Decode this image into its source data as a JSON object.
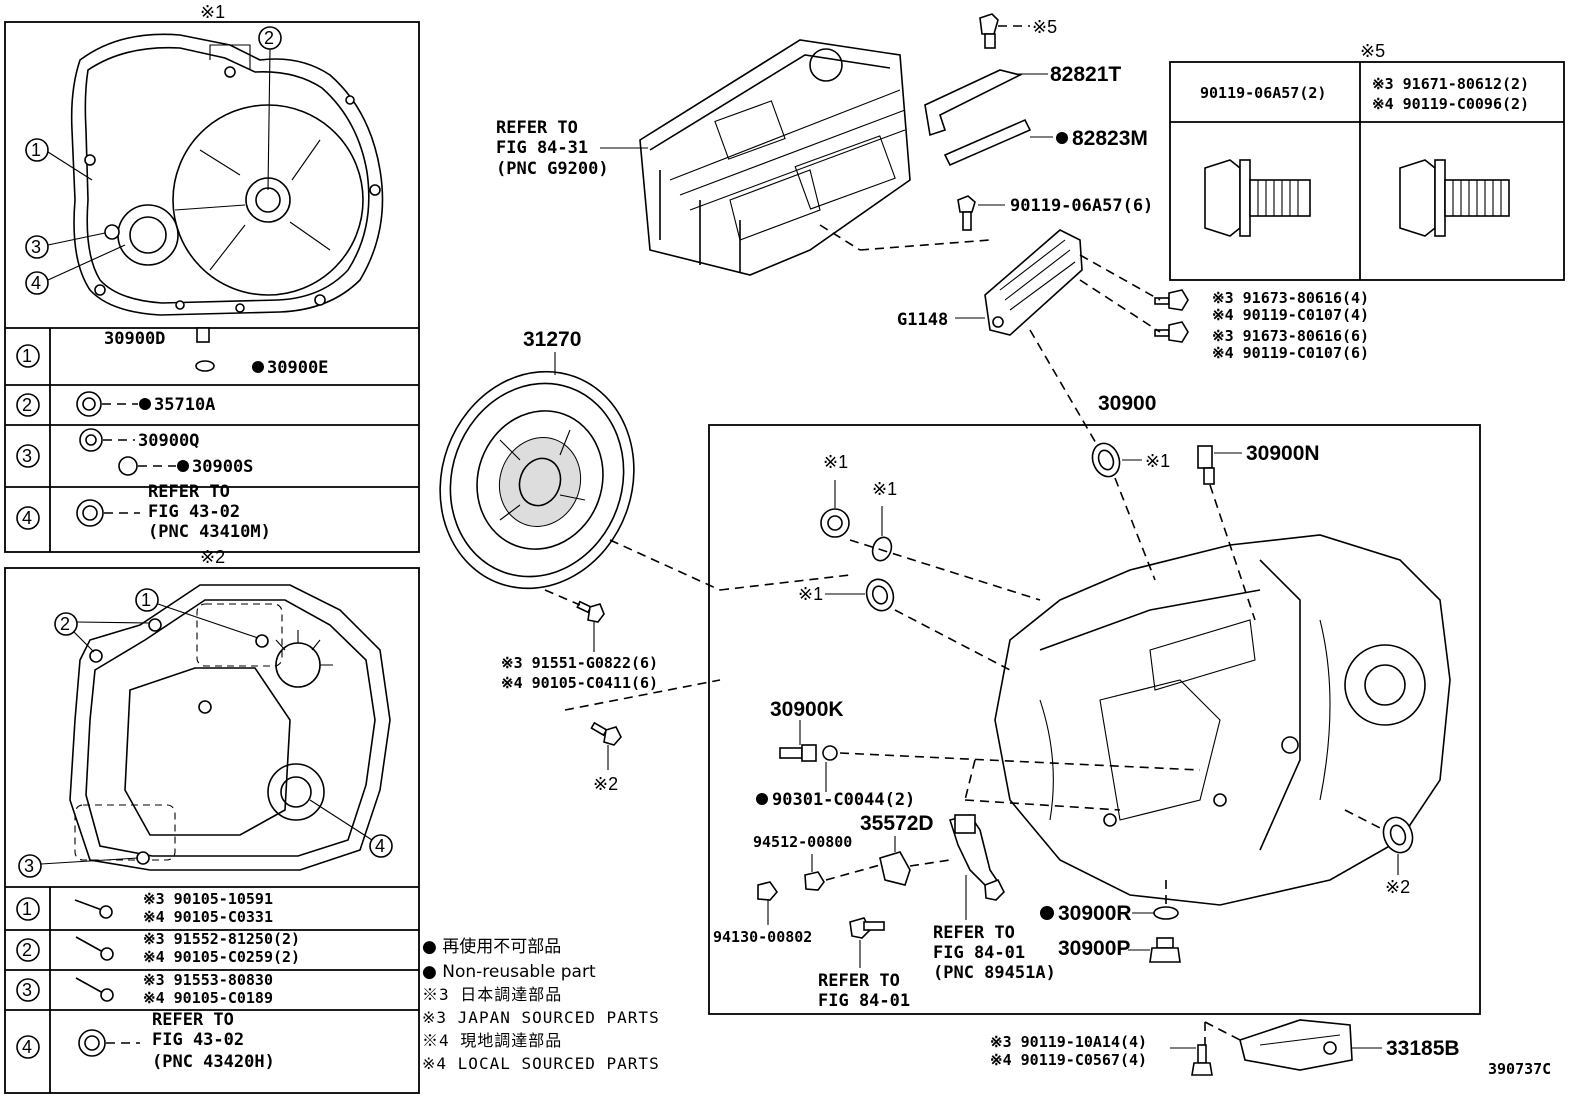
{
  "panel1": {
    "title": "※1",
    "callouts": [
      "1",
      "2",
      "3",
      "4"
    ],
    "rows": [
      {
        "num": "1",
        "a": "30900D",
        "b": "30900E"
      },
      {
        "num": "2",
        "a": "35710A"
      },
      {
        "num": "3",
        "a": "30900Q",
        "b": "30900S"
      },
      {
        "num": "4",
        "ref1": "REFER TO",
        "ref2": "FIG 43-02",
        "ref3": "(PNC 43410M)"
      }
    ]
  },
  "panel2": {
    "title": "※2",
    "callouts": [
      "1",
      "2",
      "3",
      "4"
    ],
    "rows": [
      {
        "num": "1",
        "a": "※3 90105-10591",
        "b": "※4 90105-C0331"
      },
      {
        "num": "2",
        "a": "※3 91552-81250(2)",
        "b": "※4 90105-C0259(2)"
      },
      {
        "num": "3",
        "a": "※3 91553-80830",
        "b": "※4 90105-C0189"
      },
      {
        "num": "4",
        "ref1": "REFER TO",
        "ref2": "FIG 43-02",
        "ref3": "(PNC 43420H)"
      }
    ]
  },
  "panel5": {
    "title": "※5",
    "col1": "90119-06A57(2)",
    "col2a": "※3 91671-80612(2)",
    "col2b": "※4 90119-C0096(2)"
  },
  "labels": {
    "refer_inverter_1": "REFER TO",
    "refer_inverter_2": "FIG 84-31",
    "refer_inverter_3": "(PNC G9200)",
    "bolt_top": "※5",
    "p82821T": "82821T",
    "p82823M": "82823M",
    "p90119_06A57": "90119-06A57(6)",
    "pG1148": "G1148",
    "bolt_a1": "※3 91673-80616(4)",
    "bolt_a2": "※4 90119-C0107(4)",
    "bolt_b1": "※3 91673-80616(6)",
    "bolt_b2": "※4 90119-C0107(6)",
    "p31270": "31270",
    "p30900": "30900",
    "p30900N": "30900N",
    "mark1_a": "※1",
    "mark1_b": "※1",
    "mark1_c": "※1",
    "mark1_d": "※1",
    "damper_bolt_1": "※3 91551-G0822(6)",
    "damper_bolt_2": "※4 90105-C0411(6)",
    "mark2_a": "※2",
    "mark2_b": "※2",
    "p30900K": "30900K",
    "p90301": "90301-C0044(2)",
    "p35572D": "35572D",
    "p94512": "94512-00800",
    "p94130": "94130-00802",
    "refer_fig_1": "REFER TO",
    "refer_fig_2": "FIG 84-01",
    "refer_sensor_1": "REFER TO",
    "refer_sensor_2": "FIG 84-01",
    "refer_sensor_3": "(PNC 89451A)",
    "p30900R": "30900R",
    "p30900P": "30900P",
    "mount_bolt_1": "※3 90119-10A14(4)",
    "mount_bolt_2": "※4 90119-C0567(4)",
    "p33185B": "33185B",
    "figure_id": "390737C"
  },
  "legend": {
    "l1": "● 再使用不可部品",
    "l2": "● Non-reusable part",
    "l3": "※3 日本調達部品",
    "l4": "※3 JAPAN SOURCED PARTS",
    "l5": "※4 現地調達部品",
    "l6": "※4 LOCAL SOURCED PARTS"
  }
}
